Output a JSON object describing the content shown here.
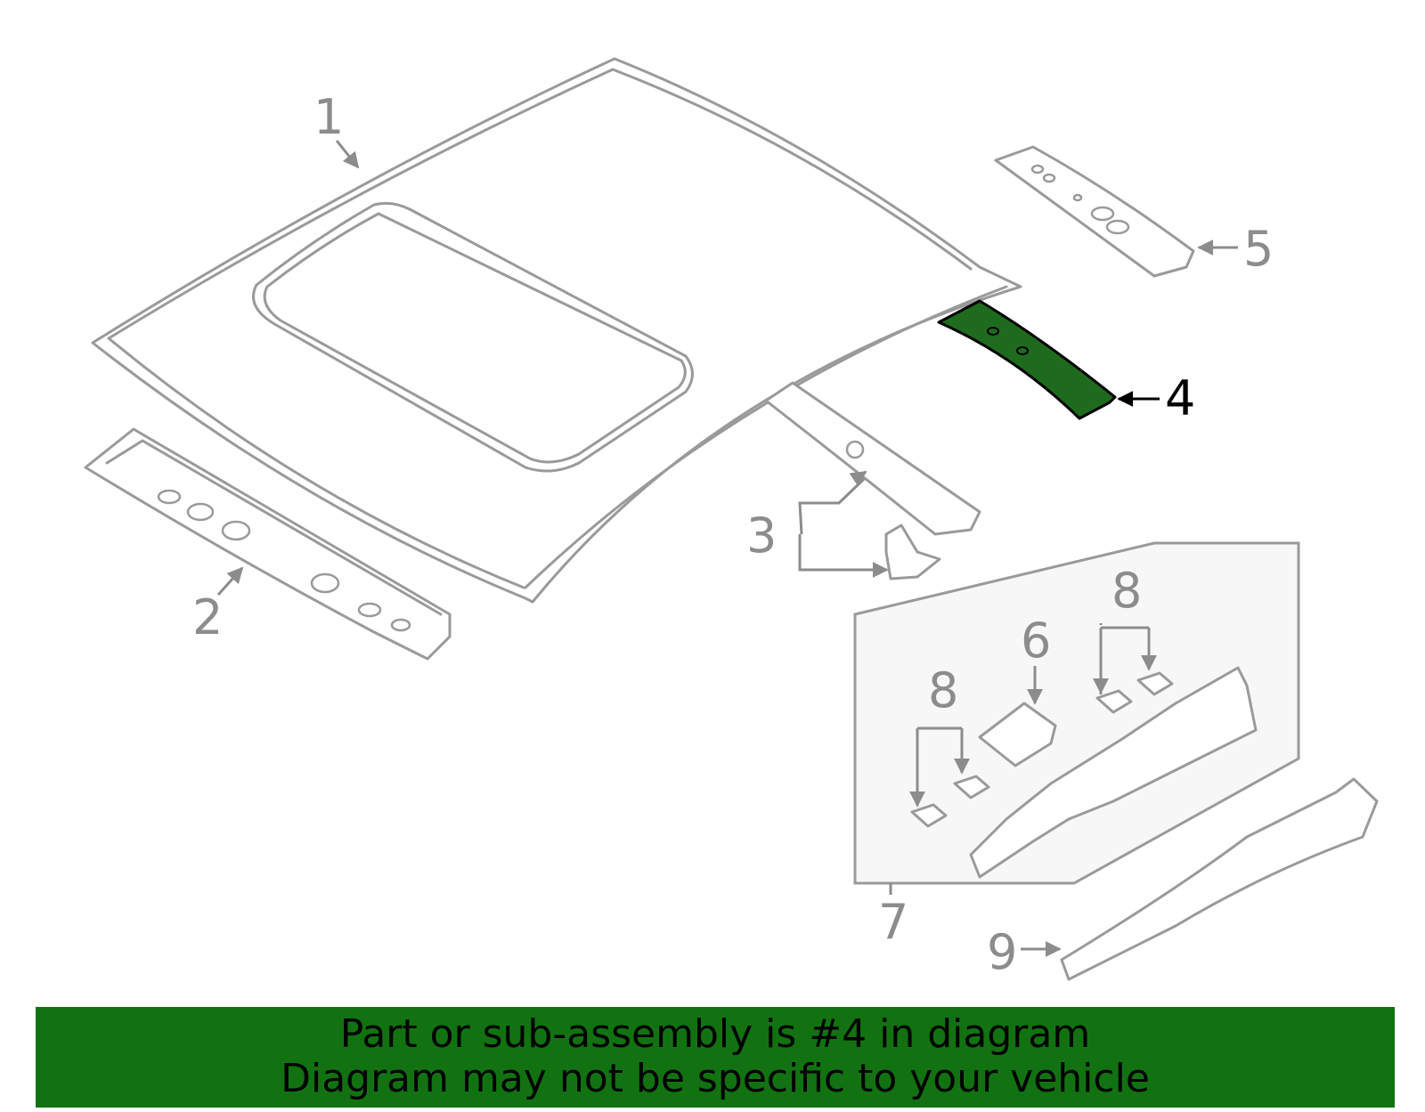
{
  "diagram": {
    "callouts": [
      "1",
      "2",
      "3",
      "4",
      "5",
      "6",
      "7",
      "8",
      "8",
      "9"
    ],
    "highlighted_part": "4",
    "highlight_color": "#1e6b1e",
    "line_color": "#9a9a9a",
    "inset_fill": "#f7f7f7"
  },
  "banner": {
    "line1": "Part or sub-assembly is #4 in diagram",
    "line2": "Diagram may not be specific to your vehicle",
    "background": "#127212"
  }
}
